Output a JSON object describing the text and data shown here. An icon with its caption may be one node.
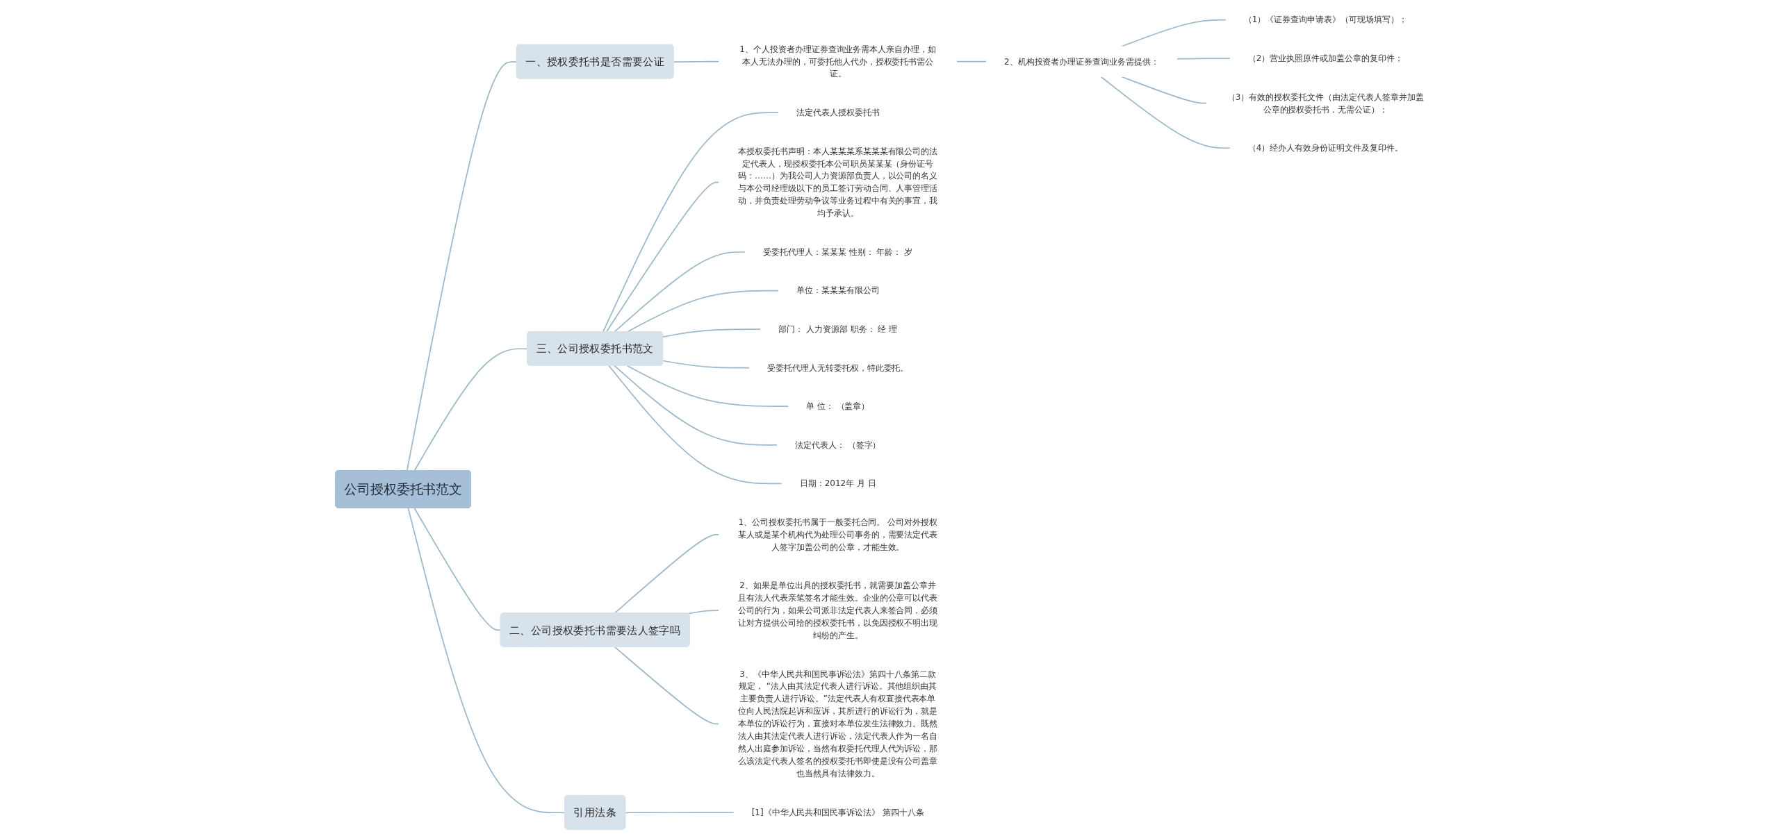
{
  "diagram": {
    "nodes": [
      {
        "text": [
          "公司授权委托书范文"
        ]
      },
      {
        "text": [
          "一、授权委托书是否需要公证"
        ]
      },
      {
        "text": [
          "1、个人投资者办理证券查询业务需本人亲自办理，如本人无法办理的，可委托他人代办，授权委托书需公证。"
        ]
      },
      {
        "text": [
          "2、机构投资者办理证券查询业务需提供："
        ]
      },
      {
        "text": [
          "（1）《证券查询申请表》（可现场填写）；"
        ]
      },
      {
        "text": [
          "（2）营业执照原件或加盖公章的复印件；"
        ]
      },
      {
        "text": [
          "（3）有效的授权委托文件（由法定代表人签章并加盖公章的授权委托书，无需公证）；"
        ]
      },
      {
        "text": [
          "（4）经办人有效身份证明文件及复印件。"
        ]
      },
      {
        "text": [
          "三、公司授权委托书范文"
        ]
      },
      {
        "text": [
          "法定代表人授权委托书"
        ]
      },
      {
        "text": [
          "本授权委托书声明：本人某某某系某某某有限公司的法定代表人，现授权委托本公司职员某某某（身份证号码：……）为我公司人力资源部负责人，以公司的名义与本公司经理级以下的员工签订劳动合同、人事管理活动，并负责处理劳动争议等业务过程中有关的事宜，我均予承认。"
        ]
      },
      {
        "text": [
          "受委托代理人：某某某 性别： 年龄： 岁"
        ]
      },
      {
        "text": [
          "单位：某某某有限公司"
        ]
      },
      {
        "text": [
          "部门： 人力资源部 职务： 经 理"
        ]
      },
      {
        "text": [
          "受委托代理人无转委托权，特此委托。"
        ]
      },
      {
        "text": [
          "单 位： （盖章）"
        ]
      },
      {
        "text": [
          "法定代表人： （签字）"
        ]
      },
      {
        "text": [
          "日期：2012年 月 日"
        ]
      },
      {
        "text": [
          "二、公司授权委托书需要法人签字吗"
        ]
      },
      {
        "text": [
          "1、公司授权委托书属于一般委托合同。 公司对外授权某人或是某个机构代为处理公司事务的，需要法定代表人签字加盖公司的公章，才能生效。"
        ]
      },
      {
        "text": [
          "2、如果是单位出具的授权委托书，就需要加盖公章并且有法人代表亲笔签名才能生效。企业的公章可以代表公司的行为，如果公司派非法定代表人来签合同，必须让对方提供公司给的授权委托书，以免因授权不明出现纠纷的产生。"
        ]
      },
      {
        "text": [
          "3、《中华人民共和国民事诉讼法》第四十八条第二款规定， “法人由其法定代表人进行诉讼。其他组织由其主要负责人进行诉讼。”法定代表人有权直接代表本单位向人民法院起诉和应诉，其所进行的诉讼行为，就是本单位的诉讼行为，直接对本单位发生法律效力。既然法人由其法定代表人进行诉讼，法定代表人作为一名自然人出庭参加诉讼，当然有权委托代理人代为诉讼，那么该法定代表人签名的授权委托书即使是没有公司盖章也当然具有法律效力。"
        ]
      },
      {
        "text": [
          "引用法条"
        ]
      },
      {
        "text": [
          "[1]《中华人民共和国民事诉讼法》 第四十八条"
        ]
      }
    ],
    "edges": [
      {
        "from": 0,
        "to": 1,
        "arrow": "none"
      },
      {
        "from": 1,
        "to": 2,
        "arrow": "none"
      },
      {
        "from": 2,
        "to": 3,
        "arrow": "none"
      },
      {
        "from": 3,
        "to": 4,
        "arrow": "none"
      },
      {
        "from": 3,
        "to": 5,
        "arrow": "none"
      },
      {
        "from": 3,
        "to": 6,
        "arrow": "none"
      },
      {
        "from": 3,
        "to": 7,
        "arrow": "none"
      },
      {
        "from": 0,
        "to": 8,
        "arrow": "none"
      },
      {
        "from": 8,
        "to": 9,
        "arrow": "none"
      },
      {
        "from": 8,
        "to": 10,
        "arrow": "none"
      },
      {
        "from": 8,
        "to": 11,
        "arrow": "none"
      },
      {
        "from": 8,
        "to": 12,
        "arrow": "none"
      },
      {
        "from": 8,
        "to": 13,
        "arrow": "none"
      },
      {
        "from": 8,
        "to": 14,
        "arrow": "none"
      },
      {
        "from": 8,
        "to": 15,
        "arrow": "none"
      },
      {
        "from": 8,
        "to": 16,
        "arrow": "none"
      },
      {
        "from": 8,
        "to": 17,
        "arrow": "none"
      },
      {
        "from": 0,
        "to": 18,
        "arrow": "none"
      },
      {
        "from": 18,
        "to": 19,
        "arrow": "none"
      },
      {
        "from": 18,
        "to": 20,
        "arrow": "none"
      },
      {
        "from": 18,
        "to": 21,
        "arrow": "none"
      },
      {
        "from": 0,
        "to": 22,
        "arrow": "none"
      },
      {
        "from": 22,
        "to": 23,
        "arrow": "none"
      }
    ]
  }
}
